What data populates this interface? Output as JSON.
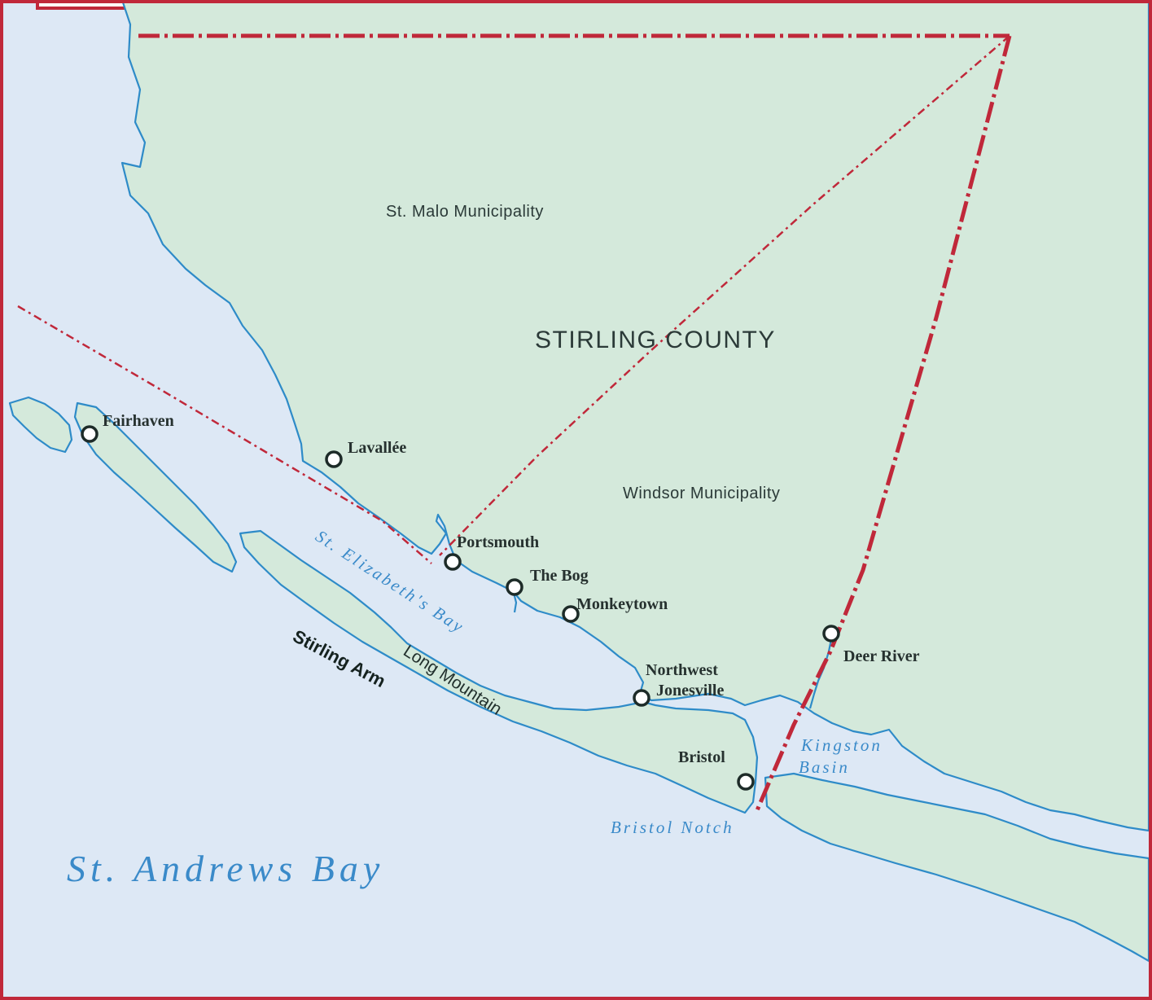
{
  "map": {
    "regions": {
      "st_malo": "St. Malo  Municipality",
      "stirling_county": "STIRLING  COUNTY",
      "windsor": "Windsor  Municipality"
    },
    "towns": {
      "fairhaven": "Fairhaven",
      "lavallee": "Lavallée",
      "portsmouth": "Portsmouth",
      "the_bog": "The Bog",
      "monkeytown": "Monkeytown",
      "northwest": "Northwest",
      "jonesville": "Jonesville",
      "deer_river": "Deer River",
      "bristol": "Bristol"
    },
    "water": {
      "st_elizabeths_bay": "St. Elizabeth's Bay",
      "kingston": "Kingston",
      "basin": "Basin",
      "bristol_notch": "Bristol Notch",
      "st_andrews_bay": "St. Andrews Bay"
    },
    "features": {
      "long_mountain": "Long Mountain",
      "stirling_arm": "Stirling Arm"
    },
    "colors": {
      "land": "#d4e9db",
      "water": "#dde8f5",
      "coastline": "#2e8bc8",
      "boundary": "#c0283a"
    }
  }
}
